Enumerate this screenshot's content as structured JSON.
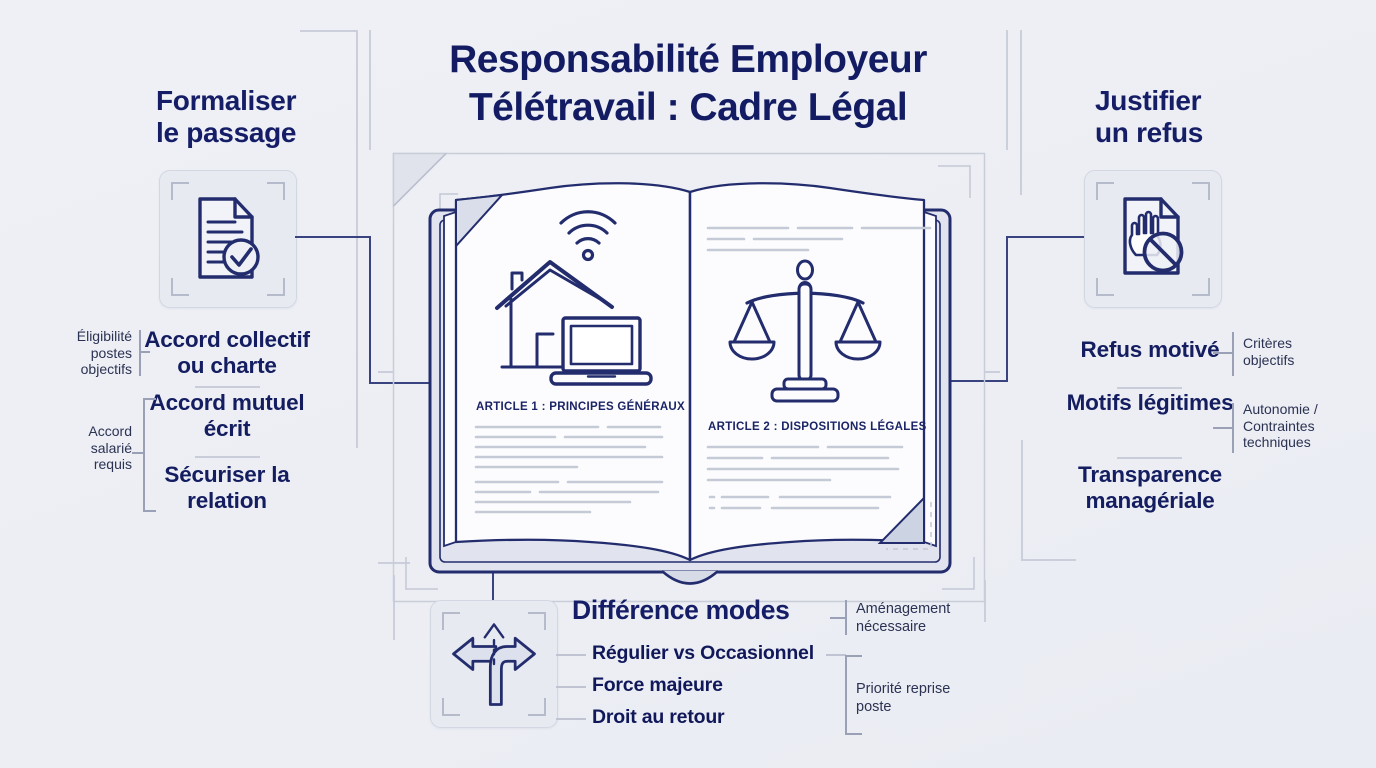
{
  "title": {
    "line1": "Responsabilité Employeur",
    "line2": "Télétravail : Cadre Légal"
  },
  "left_section": {
    "heading": "Formaliser le passage",
    "icon": "document-check-icon",
    "items": [
      {
        "label": "Accord collectif ou charte",
        "side_label": "Éligibilité postes objectifs"
      },
      {
        "label": "Accord mutuel écrit",
        "side_label": "Accord salarié requis"
      },
      {
        "label": "Sécuriser la relation"
      }
    ]
  },
  "right_section": {
    "heading": "Justifier un refus",
    "icon": "hand-stop-prohibition-icon",
    "items": [
      {
        "label": "Refus motivé",
        "side_label": "Critères objectifs"
      },
      {
        "label": "Motifs légitimes",
        "side_label": "Autonomie / Contraintes techniques"
      },
      {
        "label": "Transparence managériale"
      }
    ]
  },
  "bottom_section": {
    "heading": "Différence modes",
    "icon": "branching-arrows-icon",
    "items": [
      "Régulier vs Occasionnel",
      "Force majeure",
      "Droit au retour"
    ],
    "side_labels": [
      "Aménagement nécessaire",
      "Priorité reprise poste"
    ]
  },
  "book": {
    "left_page_title": "ARTICLE 1 : PRINCIPES GÉNÉRAUX",
    "right_page_title": "ARTICLE 2 : DISPOSITIONS LÉGALES",
    "left_page_icon": "home-wifi-laptop-icon",
    "right_page_icon": "scales-of-justice-icon"
  },
  "colors": {
    "background": "#edeff5",
    "navy_ink": "#232d6e",
    "heading_text": "#131c63",
    "side_label_text": "#2b3252",
    "card_background": "#e8eaf2",
    "structure_gray": "#cbcfdb",
    "page_white": "#fcfcfe"
  }
}
